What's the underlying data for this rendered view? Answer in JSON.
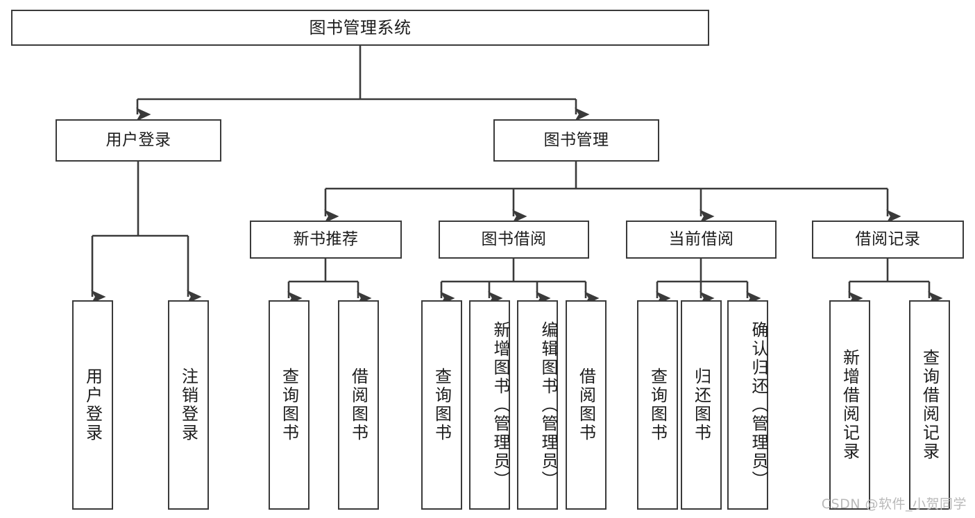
{
  "diagram": {
    "title": "图书管理系统",
    "type": "tree",
    "watermark": "CSDN @软件_小贺同学",
    "colors": {
      "stroke": "#3a3a3a",
      "text": "#1c1c1c",
      "background": "#ffffff",
      "watermark": "#b9b9b9"
    }
  },
  "nodes": {
    "root": {
      "label": "图书管理系统"
    },
    "level2": [
      {
        "label": "用户登录"
      },
      {
        "label": "图书管理"
      }
    ],
    "level3": [
      {
        "label": "新书推荐"
      },
      {
        "label": "图书借阅"
      },
      {
        "label": "当前借阅"
      },
      {
        "label": "借阅记录"
      }
    ],
    "leaves": {
      "user_login": [
        {
          "label": "用户登录"
        },
        {
          "label": "注销登录"
        }
      ],
      "new_book_recommend": [
        {
          "label": "查询图书"
        },
        {
          "label": "借阅图书"
        }
      ],
      "book_borrow": [
        {
          "label": "查询图书"
        },
        {
          "label": "新增图书（管理员）"
        },
        {
          "label": "编辑图书（管理员）"
        },
        {
          "label": "借阅图书"
        }
      ],
      "current_borrow": [
        {
          "label": "查询图书"
        },
        {
          "label": "归还图书"
        },
        {
          "label": "确认归还（管理员）"
        }
      ],
      "borrow_record": [
        {
          "label": "新增借阅记录"
        },
        {
          "label": "查询借阅记录"
        }
      ]
    }
  }
}
